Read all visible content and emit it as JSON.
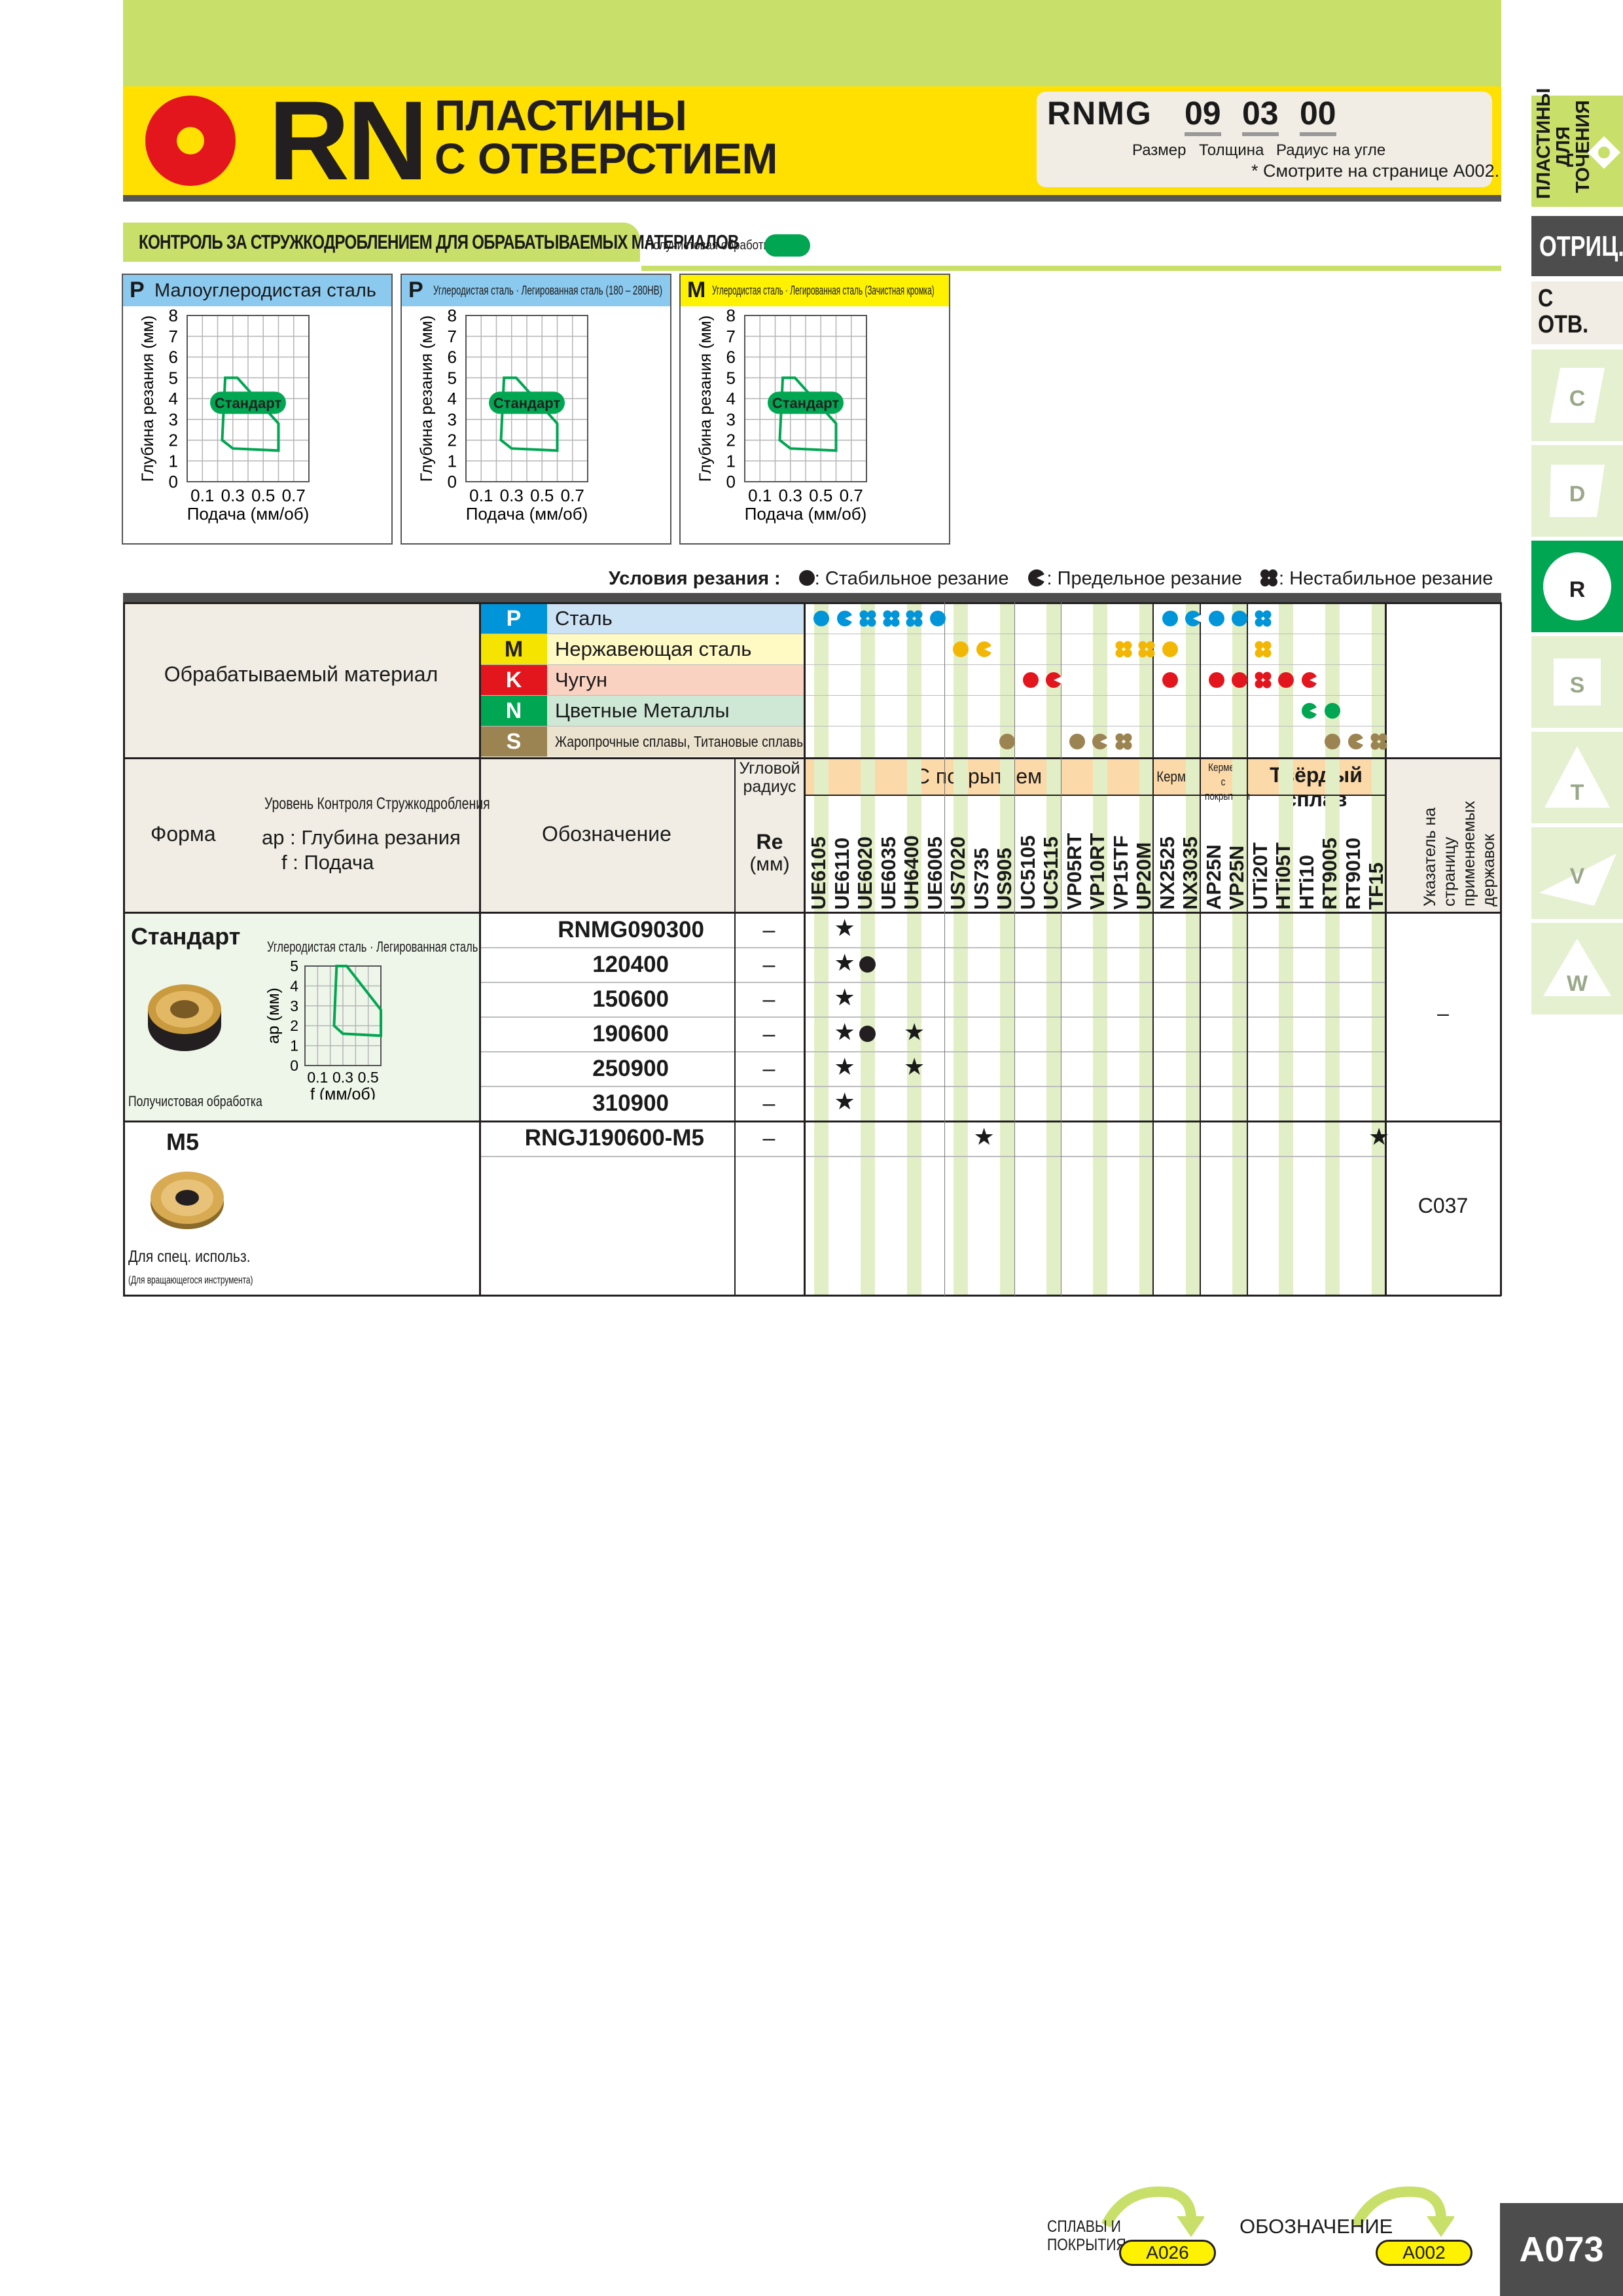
{
  "header": {
    "series": "RN",
    "title_line1": "ПЛАСТИНЫ",
    "title_line2": "С ОТВЕРСТИЕМ",
    "code_prefix": "RNMG",
    "code_size": "09",
    "code_thickness": "03",
    "code_radius": "00",
    "label_size": "Размер",
    "label_thickness": "Толщина",
    "label_radius": "Радиус на угле",
    "note": "* Смотрите на странице A002."
  },
  "chip_control": {
    "title": "КОНТРОЛЬ ЗА СТРУЖКОДРОБЛЕНИЕМ ДЛЯ ОБРАБАТЫВАЕМЫХ МАТЕРИАЛОВ",
    "legend_label": "Получистовая обработка·······",
    "colors": {
      "green": "#00a651",
      "blue_head": "#8cc9ee",
      "yellow_head": "#fff200"
    }
  },
  "chart_data": [
    {
      "type": "area",
      "material_letter": "P",
      "title": "Малоуглеродистая сталь",
      "xlabel": "Подача (мм/об)",
      "ylabel": "Глубина резания (мм)",
      "xticks": [
        "0.1",
        "0.3",
        "0.5",
        "0.7"
      ],
      "yticks": [
        "0",
        "1",
        "2",
        "3",
        "4",
        "5",
        "6",
        "7",
        "8"
      ],
      "xlim": [
        0,
        0.8
      ],
      "ylim": [
        0,
        8
      ],
      "grid": true,
      "region_label": "Стандарт",
      "polygon": [
        [
          0.25,
          5.0
        ],
        [
          0.33,
          5.0
        ],
        [
          0.6,
          2.8
        ],
        [
          0.6,
          1.5
        ],
        [
          0.3,
          1.6
        ],
        [
          0.23,
          2.0
        ]
      ]
    },
    {
      "type": "area",
      "material_letter": "P",
      "title": "Углеродистая сталь · Легированная сталь (180 – 280HB)",
      "xlabel": "Подача (мм/об)",
      "ylabel": "Глубина резания (мм)",
      "xticks": [
        "0.1",
        "0.3",
        "0.5",
        "0.7"
      ],
      "yticks": [
        "0",
        "1",
        "2",
        "3",
        "4",
        "5",
        "6",
        "7",
        "8"
      ],
      "xlim": [
        0,
        0.8
      ],
      "ylim": [
        0,
        8
      ],
      "grid": true,
      "region_label": "Стандарт",
      "polygon": [
        [
          0.25,
          5.0
        ],
        [
          0.33,
          5.0
        ],
        [
          0.6,
          2.8
        ],
        [
          0.6,
          1.5
        ],
        [
          0.3,
          1.6
        ],
        [
          0.23,
          2.0
        ]
      ]
    },
    {
      "type": "area",
      "material_letter": "M",
      "title": "Углеродистая сталь · Легированная сталь (Зачистная кромка)",
      "xlabel": "Подача (мм/об)",
      "ylabel": "Глубина резания (мм)",
      "xticks": [
        "0.1",
        "0.3",
        "0.5",
        "0.7"
      ],
      "yticks": [
        "0",
        "1",
        "2",
        "3",
        "4",
        "5",
        "6",
        "7",
        "8"
      ],
      "xlim": [
        0,
        0.8
      ],
      "ylim": [
        0,
        8
      ],
      "grid": true,
      "region_label": "Стандарт",
      "polygon": [
        [
          0.25,
          5.0
        ],
        [
          0.33,
          5.0
        ],
        [
          0.6,
          2.8
        ],
        [
          0.6,
          1.5
        ],
        [
          0.3,
          1.6
        ],
        [
          0.23,
          2.0
        ]
      ]
    }
  ],
  "conditions": {
    "label": "Условия резания :",
    "stable": ": Стабильное резание",
    "limit": ": Предельное резание",
    "unstable": ": Нестабильное резание"
  },
  "table": {
    "workpiece_header": "Обрабатываемый материал",
    "materials": [
      {
        "letter": "P",
        "name": "Сталь",
        "color": "#0095d9",
        "bg": "#cce3f5"
      },
      {
        "letter": "M",
        "name": "Нержавеющая сталь",
        "color": "#f5e400",
        "bg": "#fff9c4"
      },
      {
        "letter": "K",
        "name": "Чугун",
        "color": "#e3161e",
        "bg": "#fad2c2"
      },
      {
        "letter": "N",
        "name": "Цветные Металлы",
        "color": "#00a651",
        "bg": "#cfe8d6"
      },
      {
        "letter": "S",
        "name": "Жаропрочные сплавы, Титановые сплавы",
        "color": "#9b8451",
        "bg": "#ece3cf"
      }
    ],
    "form_header": "Форма",
    "chip_level": "Уровень Контроля Стружкодробления",
    "ap_label": "ap : Глубина резания",
    "f_label": "f : Подача",
    "designation_header": "Обозначение",
    "radius_header": "Угловой радиус",
    "re_header": "Re",
    "re_unit": "(мм)",
    "coated_header": "С покрытием",
    "cermet_header": "Кермет",
    "coated_cermet_header": "Кермет с покрытием",
    "carbide_header": "Твёрдый сплав",
    "holder_header": "Указатель на страницу применяемых державок",
    "grades": [
      "UE6105",
      "UE6110",
      "UE6020",
      "UE6035",
      "UH6400",
      "UE6005",
      "US7020",
      "US735",
      "US905",
      "UC5105",
      "UC5115",
      "VP05RT",
      "VP10RT",
      "VP15TF",
      "UP20M",
      "NX2525",
      "NX3035",
      "AP25N",
      "VP25N",
      "UTi20T",
      "HTi05T",
      "HTi10",
      "RT9005",
      "RT9010",
      "TF15"
    ],
    "group_standard": {
      "name": "Стандарт",
      "mini_chart_title": "Углеродистая сталь · Легированная сталь",
      "mini_xlabel": "f (мм/об)",
      "mini_ylabel": "ap (мм)",
      "mini_xticks": [
        "0.1",
        "0.3",
        "0.5"
      ],
      "mini_yticks": [
        "0",
        "1",
        "2",
        "3",
        "4",
        "5"
      ],
      "caption": "Получистовая обработка",
      "holder_ref": "–",
      "rows": [
        {
          "code": "RNMG090300",
          "re": "–"
        },
        {
          "code": "120400",
          "re": "–"
        },
        {
          "code": "150600",
          "re": "–"
        },
        {
          "code": "190600",
          "re": "–"
        },
        {
          "code": "250900",
          "re": "–"
        },
        {
          "code": "310900",
          "re": "–"
        }
      ]
    },
    "group_m5": {
      "name": "M5",
      "caption1": "Для спец. использ.",
      "caption2": "(Для вращающегося инструмента)",
      "holder_ref": "C037",
      "rows": [
        {
          "code": "RNGJ190600-M5",
          "re": "–"
        }
      ]
    }
  },
  "side_tabs": {
    "turning": "ПЛАСТИНЫ ДЛЯ ТОЧЕНИЯ",
    "negative": "ОТРИЦ.",
    "with_hole": "С ОТВ.",
    "shapes": [
      "C",
      "D",
      "R",
      "S",
      "T",
      "V",
      "W"
    ]
  },
  "footer": {
    "grades_label_1": "СПЛАВЫ И",
    "grades_label_2": "ПОКРЫТИЯ",
    "grades_ref": "A026",
    "designation_label": "ОБОЗНАЧЕНИЕ",
    "designation_ref": "A002",
    "page": "A073"
  }
}
